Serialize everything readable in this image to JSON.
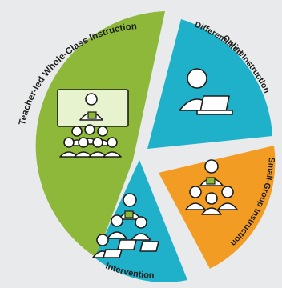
{
  "diagram": {
    "colors": {
      "background": "#e9eaeb",
      "whole_class": "#8db83a",
      "online": "#1fb1c9",
      "small_group": "#f39c24",
      "intervention": "#1fb1c9",
      "board": "#e7f3cf",
      "accent": "#8db83a"
    },
    "segments": [
      {
        "id": "whole-class",
        "label": "Teacher-led Whole-Class Instruction",
        "icon": "teacher-whiteboard-class-icon"
      },
      {
        "id": "online",
        "label_lines": [
          "Online",
          "Differentiated Instruction"
        ],
        "icon": "student-laptop-icon"
      },
      {
        "id": "small-group",
        "label": "Small-Group Instruction",
        "icon": "small-group-icon"
      },
      {
        "id": "intervention",
        "label": "Intervention",
        "icon": "intervention-group-icon"
      }
    ]
  }
}
